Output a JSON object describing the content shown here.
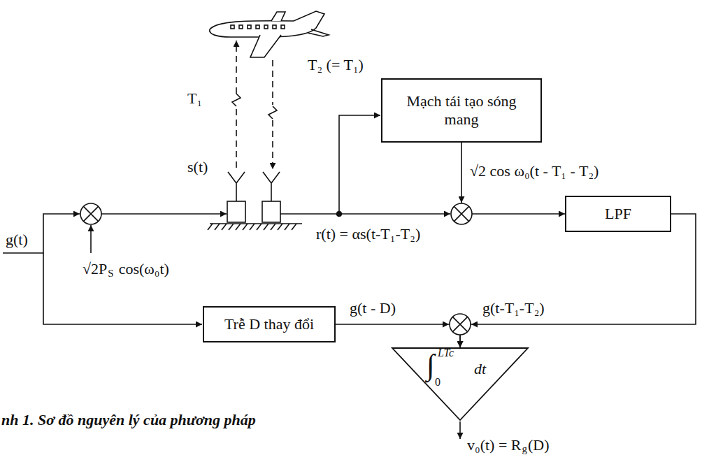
{
  "diagram": {
    "caption": "nh 1. Sơ đồ nguyên lý của phương pháp",
    "nodes": [
      {
        "text": [
          "Mạch tái tạo sóng mang"
        ]
      },
      {
        "text": [
          "LPF"
        ]
      },
      {
        "text": [
          "Trễ D thay đổi"
        ]
      },
      {
        "text": [
          "∫",
          "LTc",
          "0",
          "dt"
        ]
      }
    ],
    "edges": [
      {
        "from": 0,
        "to": 1,
        "arrow": "to"
      },
      {
        "from": 1,
        "to": 3,
        "arrow": "to"
      },
      {
        "from": 2,
        "to": 3,
        "arrow": "to"
      }
    ],
    "labels": [
      "T₂ (= T₁)",
      "T₁",
      "s(t)",
      "√2 cos ω₀(t - T₁ - T₂)",
      "r(t) = αs(t-T₁-T₂)",
      "g(t)",
      "√2P",
      "S",
      "cos(ω₀t)",
      "g(t - D)",
      "g(t-T₁-T₂)",
      "v₀(t) = R",
      "g",
      "(D)"
    ]
  }
}
